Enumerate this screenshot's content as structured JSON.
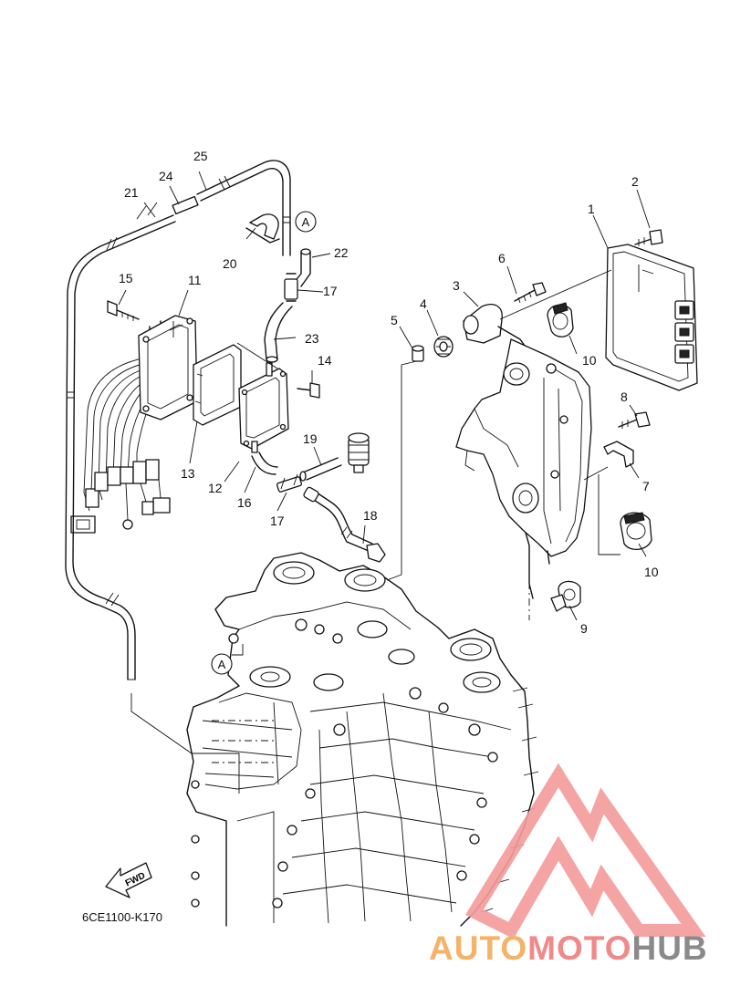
{
  "drawing_code": "6CE1100-K170",
  "fwd_label": "FWD",
  "section_marker": "A",
  "brand": {
    "part1": "AUTO",
    "part2": "MOTO",
    "part3": "HUB",
    "color_light": "#f6b267",
    "color_mid": "#f08a8a",
    "color_dark": "#8a8a8a",
    "mark_color": "#f49a9a"
  },
  "callouts": {
    "c1": "1",
    "c2": "2",
    "c3": "3",
    "c4": "4",
    "c5": "5",
    "c6": "6",
    "c7": "7",
    "c8": "8",
    "c9": "9",
    "c10a": "10",
    "c10b": "10",
    "c11": "11",
    "c12": "12",
    "c13": "13",
    "c14": "14",
    "c15": "15",
    "c16": "16",
    "c17a": "17",
    "c17b": "17",
    "c18": "18",
    "c19": "19",
    "c20": "20",
    "c21": "21",
    "c22": "22",
    "c23": "23",
    "c24": "24",
    "c25": "25"
  }
}
